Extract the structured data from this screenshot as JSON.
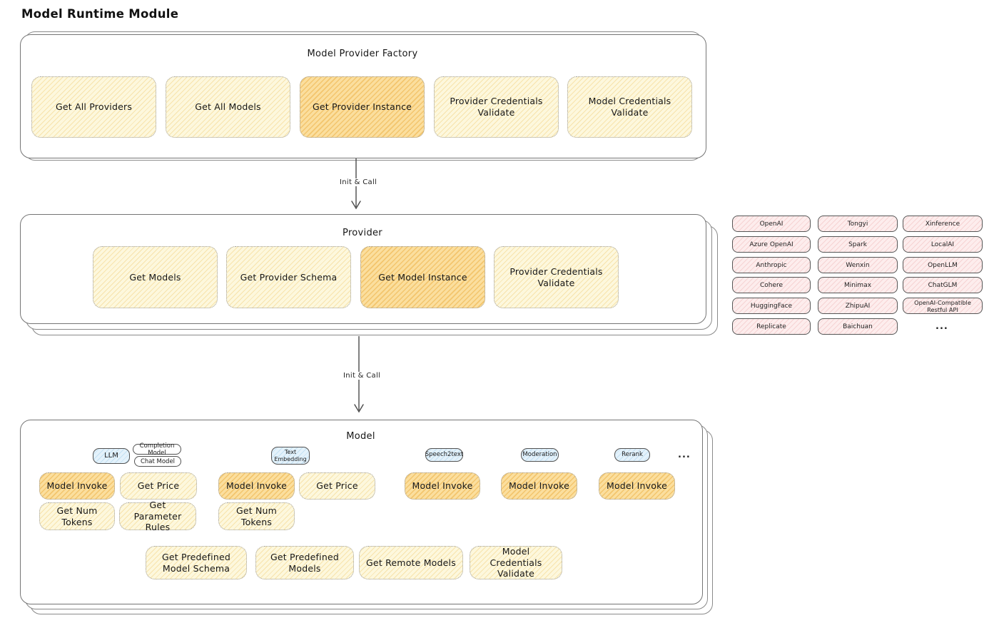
{
  "page_title": "Model Runtime Module",
  "colors": {
    "button_yellow": "#fdf7dd",
    "button_orange_highlight": "#fbe0a2",
    "provider_chip_pink": "#fdeded",
    "tab_blue": "#e4f2fb",
    "stroke_dark": "#565656"
  },
  "factory": {
    "title": "Model Provider Factory",
    "buttons": [
      "Get All Providers",
      "Get All Models",
      "Get Provider Instance",
      "Provider Credentials Validate",
      "Model Credentials Validate"
    ]
  },
  "arrows": {
    "init_call_1": "Init & Call",
    "init_call_2": "Init & Call"
  },
  "provider": {
    "title": "Provider",
    "buttons": [
      "Get Models",
      "Get Provider Schema",
      "Get Model Instance",
      "Provider Credentials Validate"
    ]
  },
  "provider_list": {
    "rows": [
      [
        "OpenAI",
        "Tongyi",
        "Xinference"
      ],
      [
        "Azure OpenAI",
        "Spark",
        "LocalAI"
      ],
      [
        "Anthropic",
        "Wenxin",
        "OpenLLM"
      ],
      [
        "Cohere",
        "Minimax",
        "ChatGLM"
      ],
      [
        "HuggingFace",
        "ZhipuAI",
        "OpenAI-Compatible Restful API"
      ],
      [
        "Replicate",
        "Baichuan",
        "..."
      ]
    ]
  },
  "model": {
    "title": "Model",
    "tabs": {
      "llm": "LLM",
      "completion_model": "Completion Model",
      "chat_model": "Chat Model",
      "text_embedding": "Text Embedding",
      "speech2text": "Speech2text",
      "moderation": "Moderation",
      "rerank": "Rerank",
      "more": "..."
    },
    "llm_buttons": [
      "Model Invoke",
      "Get Price",
      "Get Num Tokens",
      "Get Parameter Rules"
    ],
    "embedding_buttons": [
      "Model Invoke",
      "Get Price",
      "Get Num Tokens"
    ],
    "speech2text_buttons": [
      "Model Invoke"
    ],
    "moderation_buttons": [
      "Model Invoke"
    ],
    "rerank_buttons": [
      "Model Invoke"
    ],
    "common_buttons": [
      "Get Predefined Model Schema",
      "Get Predefined Models",
      "Get Remote Models",
      "Model Credentials Validate"
    ]
  }
}
